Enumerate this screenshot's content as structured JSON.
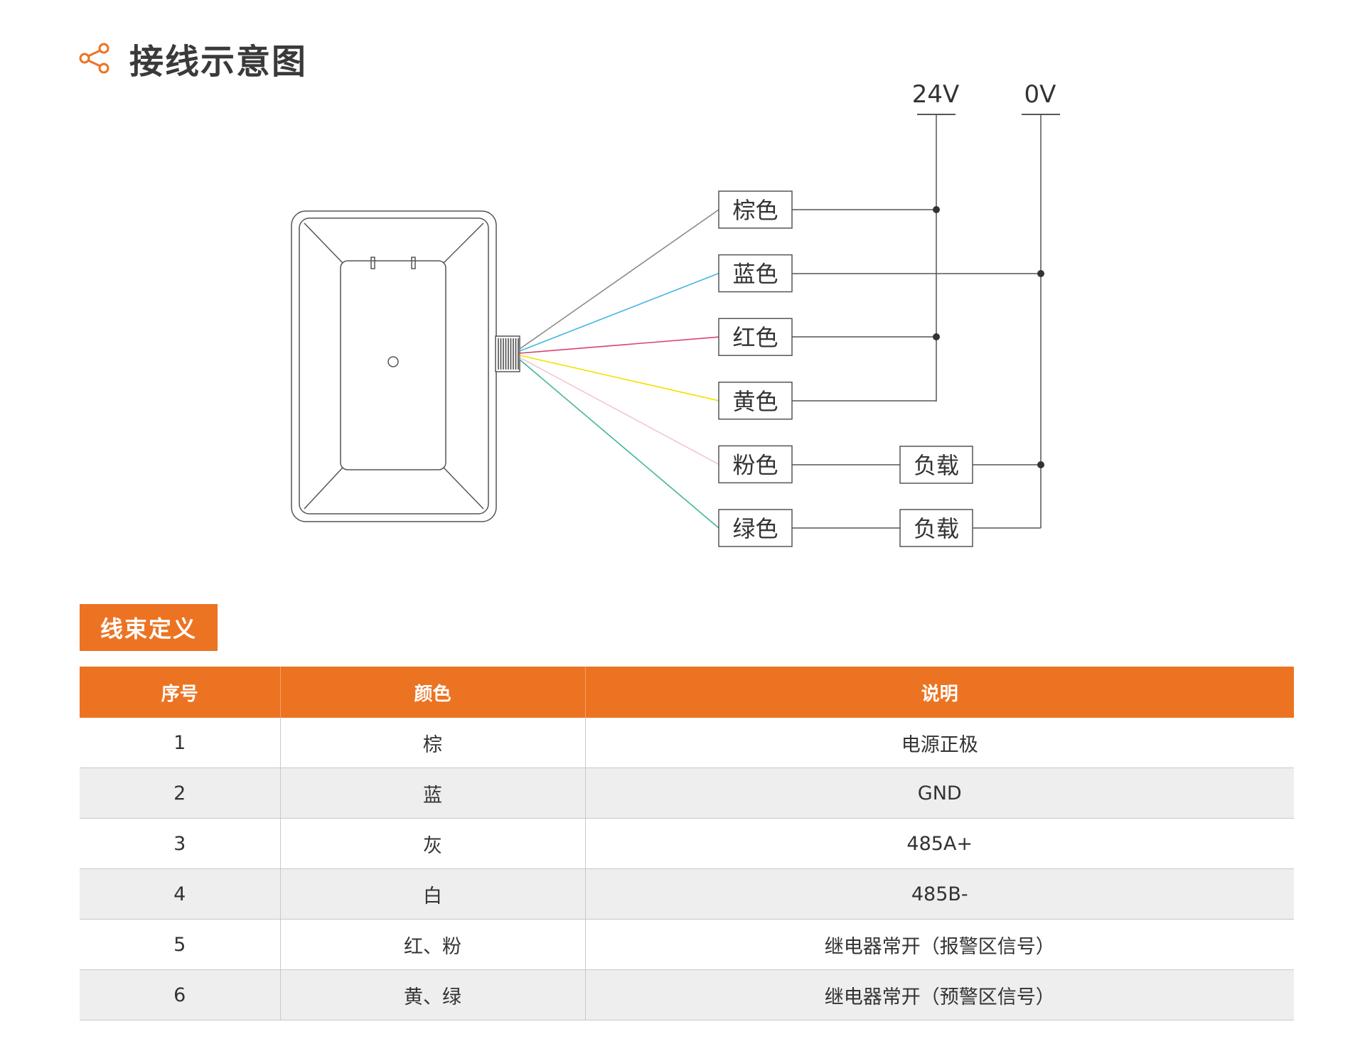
{
  "header": {
    "title": "接线示意图",
    "icon": "share-icon",
    "accent": "#ec7322"
  },
  "diagram": {
    "rails": {
      "positive": "24V",
      "ground": "0V"
    },
    "wires": [
      {
        "label": "棕色",
        "color": "#8a8a8a"
      },
      {
        "label": "蓝色",
        "color": "#45b6e6"
      },
      {
        "label": "红色",
        "color": "#d9436e"
      },
      {
        "label": "黄色",
        "color": "#f4e100"
      },
      {
        "label": "粉色",
        "color": "#f3c6d3"
      },
      {
        "label": "绿色",
        "color": "#40b49a"
      }
    ],
    "loads": [
      "负载",
      "负载"
    ]
  },
  "table": {
    "section_title": "线束定义",
    "headers": [
      "序号",
      "颜色",
      "说明"
    ],
    "rows": [
      [
        "1",
        "棕",
        "电源正极"
      ],
      [
        "2",
        "蓝",
        "GND"
      ],
      [
        "3",
        "灰",
        "485A+"
      ],
      [
        "4",
        "白",
        "485B-"
      ],
      [
        "5",
        "红、粉",
        "继电器常开（报警区信号）"
      ],
      [
        "6",
        "黄、绿",
        "继电器常开（预警区信号）"
      ]
    ]
  }
}
